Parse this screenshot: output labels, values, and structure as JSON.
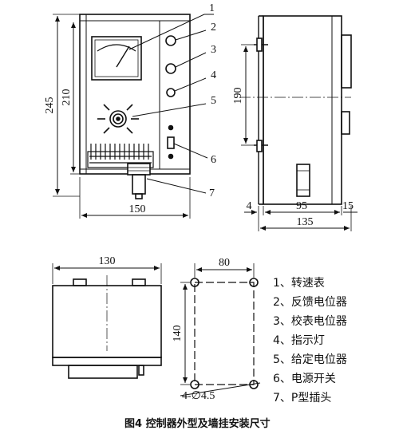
{
  "diagram": {
    "front_view": {
      "dims": {
        "height_outer": "245",
        "height_inner": "210",
        "width": "150"
      },
      "callouts": [
        "1",
        "2",
        "3",
        "4",
        "5",
        "6",
        "7"
      ]
    },
    "side_view": {
      "dims": {
        "mount_height": "190",
        "left_offset": "4",
        "mid": "95",
        "right_offset": "15",
        "total": "135"
      }
    },
    "bottom_view": {
      "dims": {
        "width": "130"
      }
    },
    "mounting_template": {
      "dims": {
        "width": "80",
        "height": "140",
        "holes": "4-∅4.5"
      }
    },
    "legend": [
      "1、转速表",
      "2、反馈电位器",
      "3、校表电位器",
      "4、指示灯",
      "5、给定电位器",
      "6、电源开关",
      "7、P型插头"
    ],
    "caption": "图4  控制器外型及墙挂安装尺寸"
  }
}
